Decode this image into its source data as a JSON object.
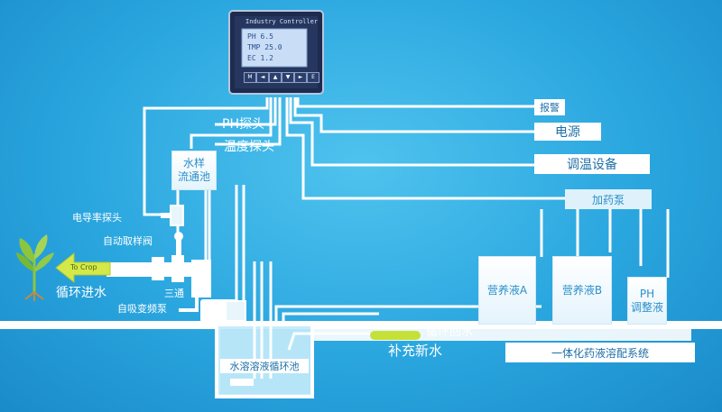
{
  "controller": {
    "header": "Industry Controller",
    "screen_lines": [
      "PH  6.5",
      "TMP 25.0",
      "EC  1.2"
    ],
    "keys": [
      "M",
      "◄",
      "▲",
      "▼",
      "►",
      "E"
    ]
  },
  "labels": {
    "ph_probe": "PH探头",
    "temp_probe": "温度探头",
    "sample_pool": "水样\n流通池",
    "conductivity_probe": "电导率探头",
    "auto_valve": "自动取样阀",
    "to_crop": "To Crop",
    "circulation_inlet": "循环进水",
    "tee": "三通",
    "self_priming_pump": "自吸变频泵",
    "main_tank": "水溶溶液循环池",
    "return_water": "循环回水",
    "fresh_water": "补充新水",
    "alarm": "报警",
    "power": "电源",
    "temp_equipment": "调温设备",
    "dosing_pump": "加药泵",
    "nutrient_a": "营养液A",
    "nutrient_b": "营养液B",
    "ph_adjust": "PH\n调整液",
    "integrated_system": "一体化药液溶配系统"
  }
}
